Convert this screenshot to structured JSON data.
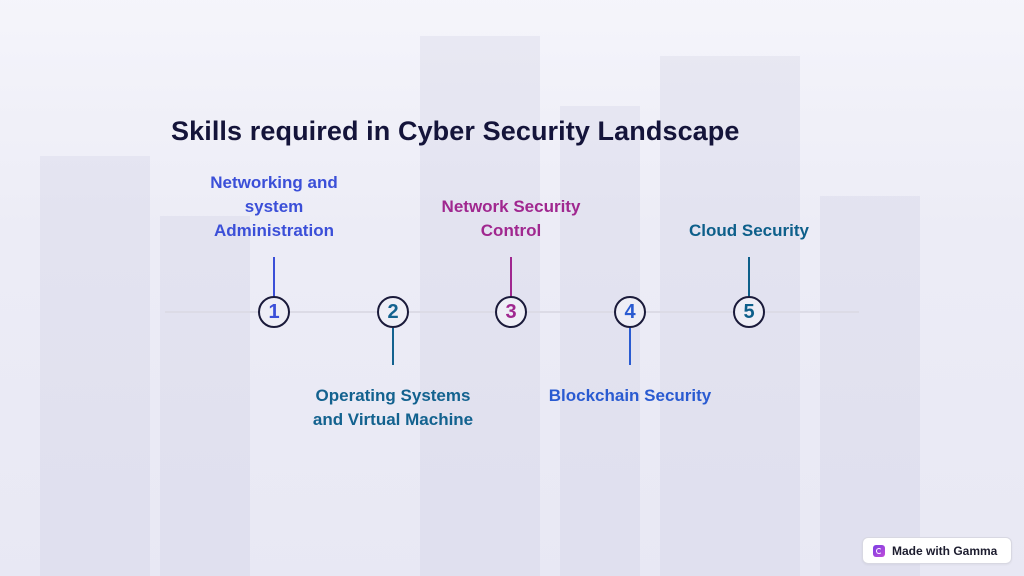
{
  "title": "Skills required in Cyber Security Landscape",
  "steps": [
    {
      "number": "1",
      "label": "Networking and system Administration",
      "color": "#3b4fd8",
      "placement": "above"
    },
    {
      "number": "2",
      "label": "Operating Systems and Virtual Machine",
      "color": "#13628f",
      "placement": "below"
    },
    {
      "number": "3",
      "label": "Network Security Control",
      "color": "#a0278f",
      "placement": "above"
    },
    {
      "number": "4",
      "label": "Blockchain Security",
      "color": "#2a5bd1",
      "placement": "below"
    },
    {
      "number": "5",
      "label": "Cloud Security",
      "color": "#0d5f8a",
      "placement": "above"
    }
  ],
  "badge": {
    "text": "Made with Gamma",
    "icon": "gamma-logo-icon"
  }
}
